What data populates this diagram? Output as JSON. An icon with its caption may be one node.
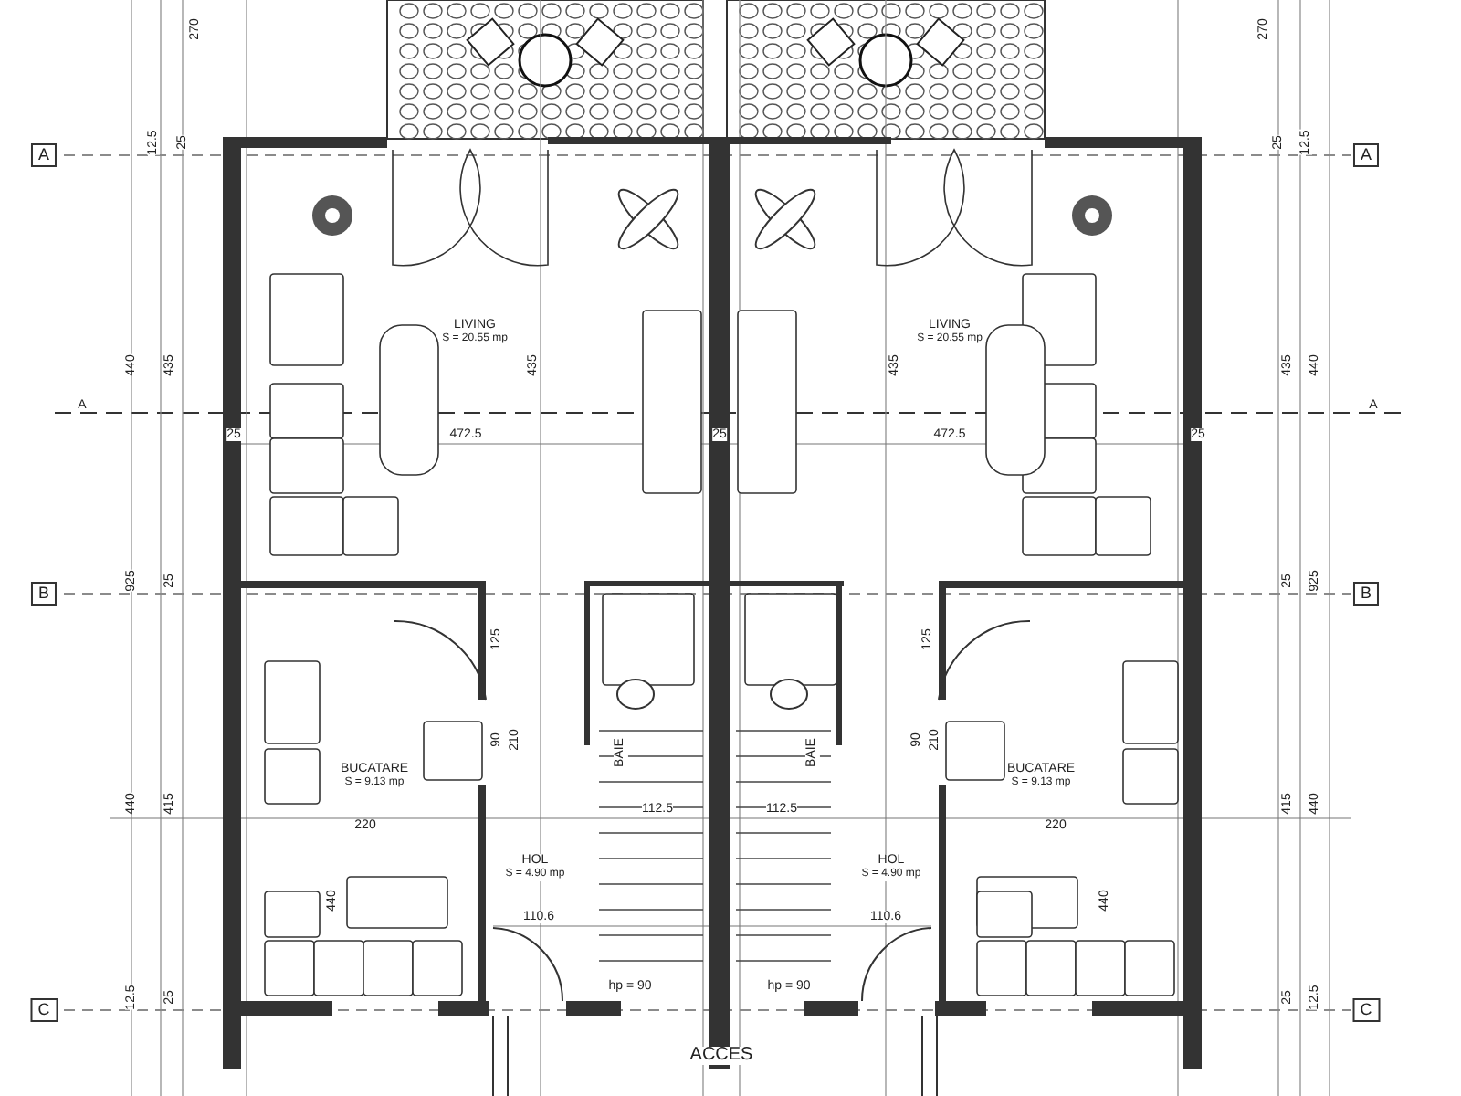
{
  "diagram": {
    "nodes": [
      {
        "text": [
          "LIVING",
          "S = 20.55 mp"
        ]
      },
      {
        "text": [
          "LIVING",
          "S = 20.55 mp"
        ]
      },
      {
        "text": [
          "BUCATARE",
          "S = 9.13 mp"
        ]
      },
      {
        "text": [
          "BAIE"
        ]
      },
      {
        "text": [
          "HOL",
          "S = 4.90 mp"
        ]
      },
      {
        "text": [
          "BAIE"
        ]
      },
      {
        "text": [
          "HOL",
          "S = 4.90 mp"
        ]
      },
      {
        "text": [
          "BUCATARE",
          "S = 9.13 mp"
        ]
      }
    ],
    "edges": [],
    "labels": [
      "270",
      "270",
      "A",
      "12.5",
      "25",
      "25",
      "12.5",
      "A",
      "440",
      "435",
      "435",
      "435",
      "435",
      "440",
      "A",
      "A",
      "25",
      "472.5",
      "25",
      "472.5",
      "25",
      "B",
      "925",
      "25",
      "25",
      "925",
      "B",
      "125",
      "125",
      "90",
      "210",
      "90",
      "210",
      "440",
      "415",
      "415",
      "440",
      "220",
      "220",
      "440",
      "440",
      "112.5",
      "112.5",
      "110.6",
      "110.6",
      "hp = 90",
      "hp = 90",
      "C",
      "12.5",
      "25",
      "25",
      "12.5",
      "C",
      "ACCES"
    ]
  }
}
